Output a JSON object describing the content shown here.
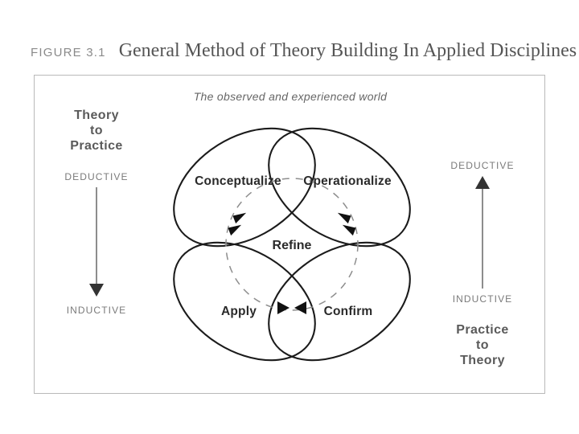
{
  "figure": {
    "number": "FIGURE 3.1",
    "title": "General Method of Theory Building In Applied Disciplines"
  },
  "diagram": {
    "top_caption": "The observed and experienced world",
    "center_label": "Refine",
    "petals": [
      {
        "id": "conceptualize",
        "label": "Conceptualize",
        "position": "top-left"
      },
      {
        "id": "operationalize",
        "label": "Operationalize",
        "position": "top-right"
      },
      {
        "id": "apply",
        "label": "Apply",
        "position": "bottom-left"
      },
      {
        "id": "confirm",
        "label": "Confirm",
        "position": "bottom-right"
      }
    ],
    "left_axis": {
      "heading_line1": "Theory",
      "heading_line2": "to",
      "heading_line3": "Practice",
      "top_pole": "DEDUCTIVE",
      "bottom_pole": "INDUCTIVE",
      "arrow_direction": "down"
    },
    "right_axis": {
      "heading_line1": "Practice",
      "heading_line2": "to",
      "heading_line3": "Theory",
      "top_pole": "DEDUCTIVE",
      "bottom_pole": "INDUCTIVE",
      "arrow_direction": "up"
    },
    "colors": {
      "petal_stroke": "#1b1b1b",
      "dashed_ring": "#8d8d8d",
      "frame_border": "#b9b9b9",
      "caption_number": "#8a8a8a",
      "caption_title": "#555555",
      "axis_heading": "#5a5a5a",
      "axis_pole": "#7a7a7a",
      "background": "#ffffff"
    }
  }
}
